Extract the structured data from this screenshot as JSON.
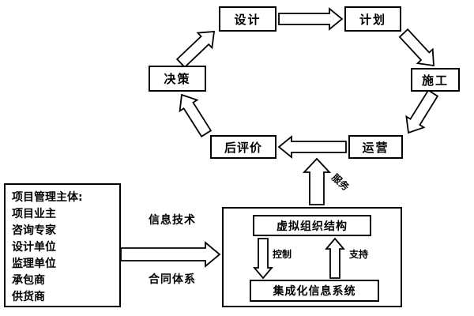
{
  "cycle": {
    "design": "设计",
    "plan": "计划",
    "construction": "施工",
    "operation": "运营",
    "post_evaluation": "后评价",
    "decision": "决策"
  },
  "left_panel": {
    "lines": [
      "项目管理主体:",
      "项目业主",
      "咨询专家",
      "设计单位",
      "监理单位",
      "承包商",
      "供货商"
    ]
  },
  "arrow_labels": {
    "information_technology": "信息技术",
    "contract_system": "合同体系",
    "service": "服务",
    "control": "控制",
    "support": "支持"
  },
  "system_panel": {
    "virtual_org": "虚拟组织结构",
    "integrated_info_system": "集成化信息系统"
  }
}
